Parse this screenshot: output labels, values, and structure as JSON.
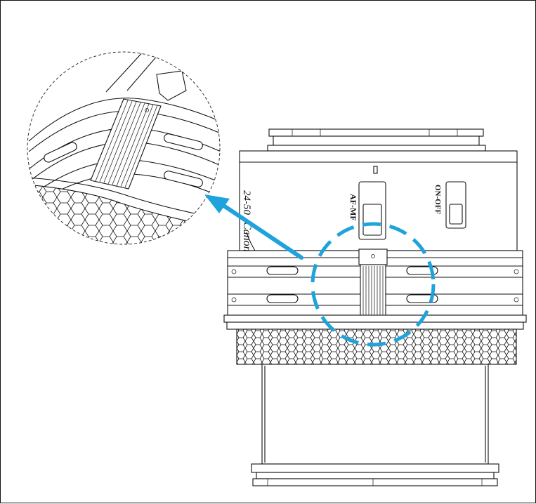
{
  "lens": {
    "brand_script": "Canon",
    "focal_range": "24-50",
    "focus_switch_label": "AF-MF",
    "power_switch_label": "ON-OFF"
  },
  "callout": {
    "highlight_color": "#1ea3dc",
    "line_color": "#111111"
  }
}
